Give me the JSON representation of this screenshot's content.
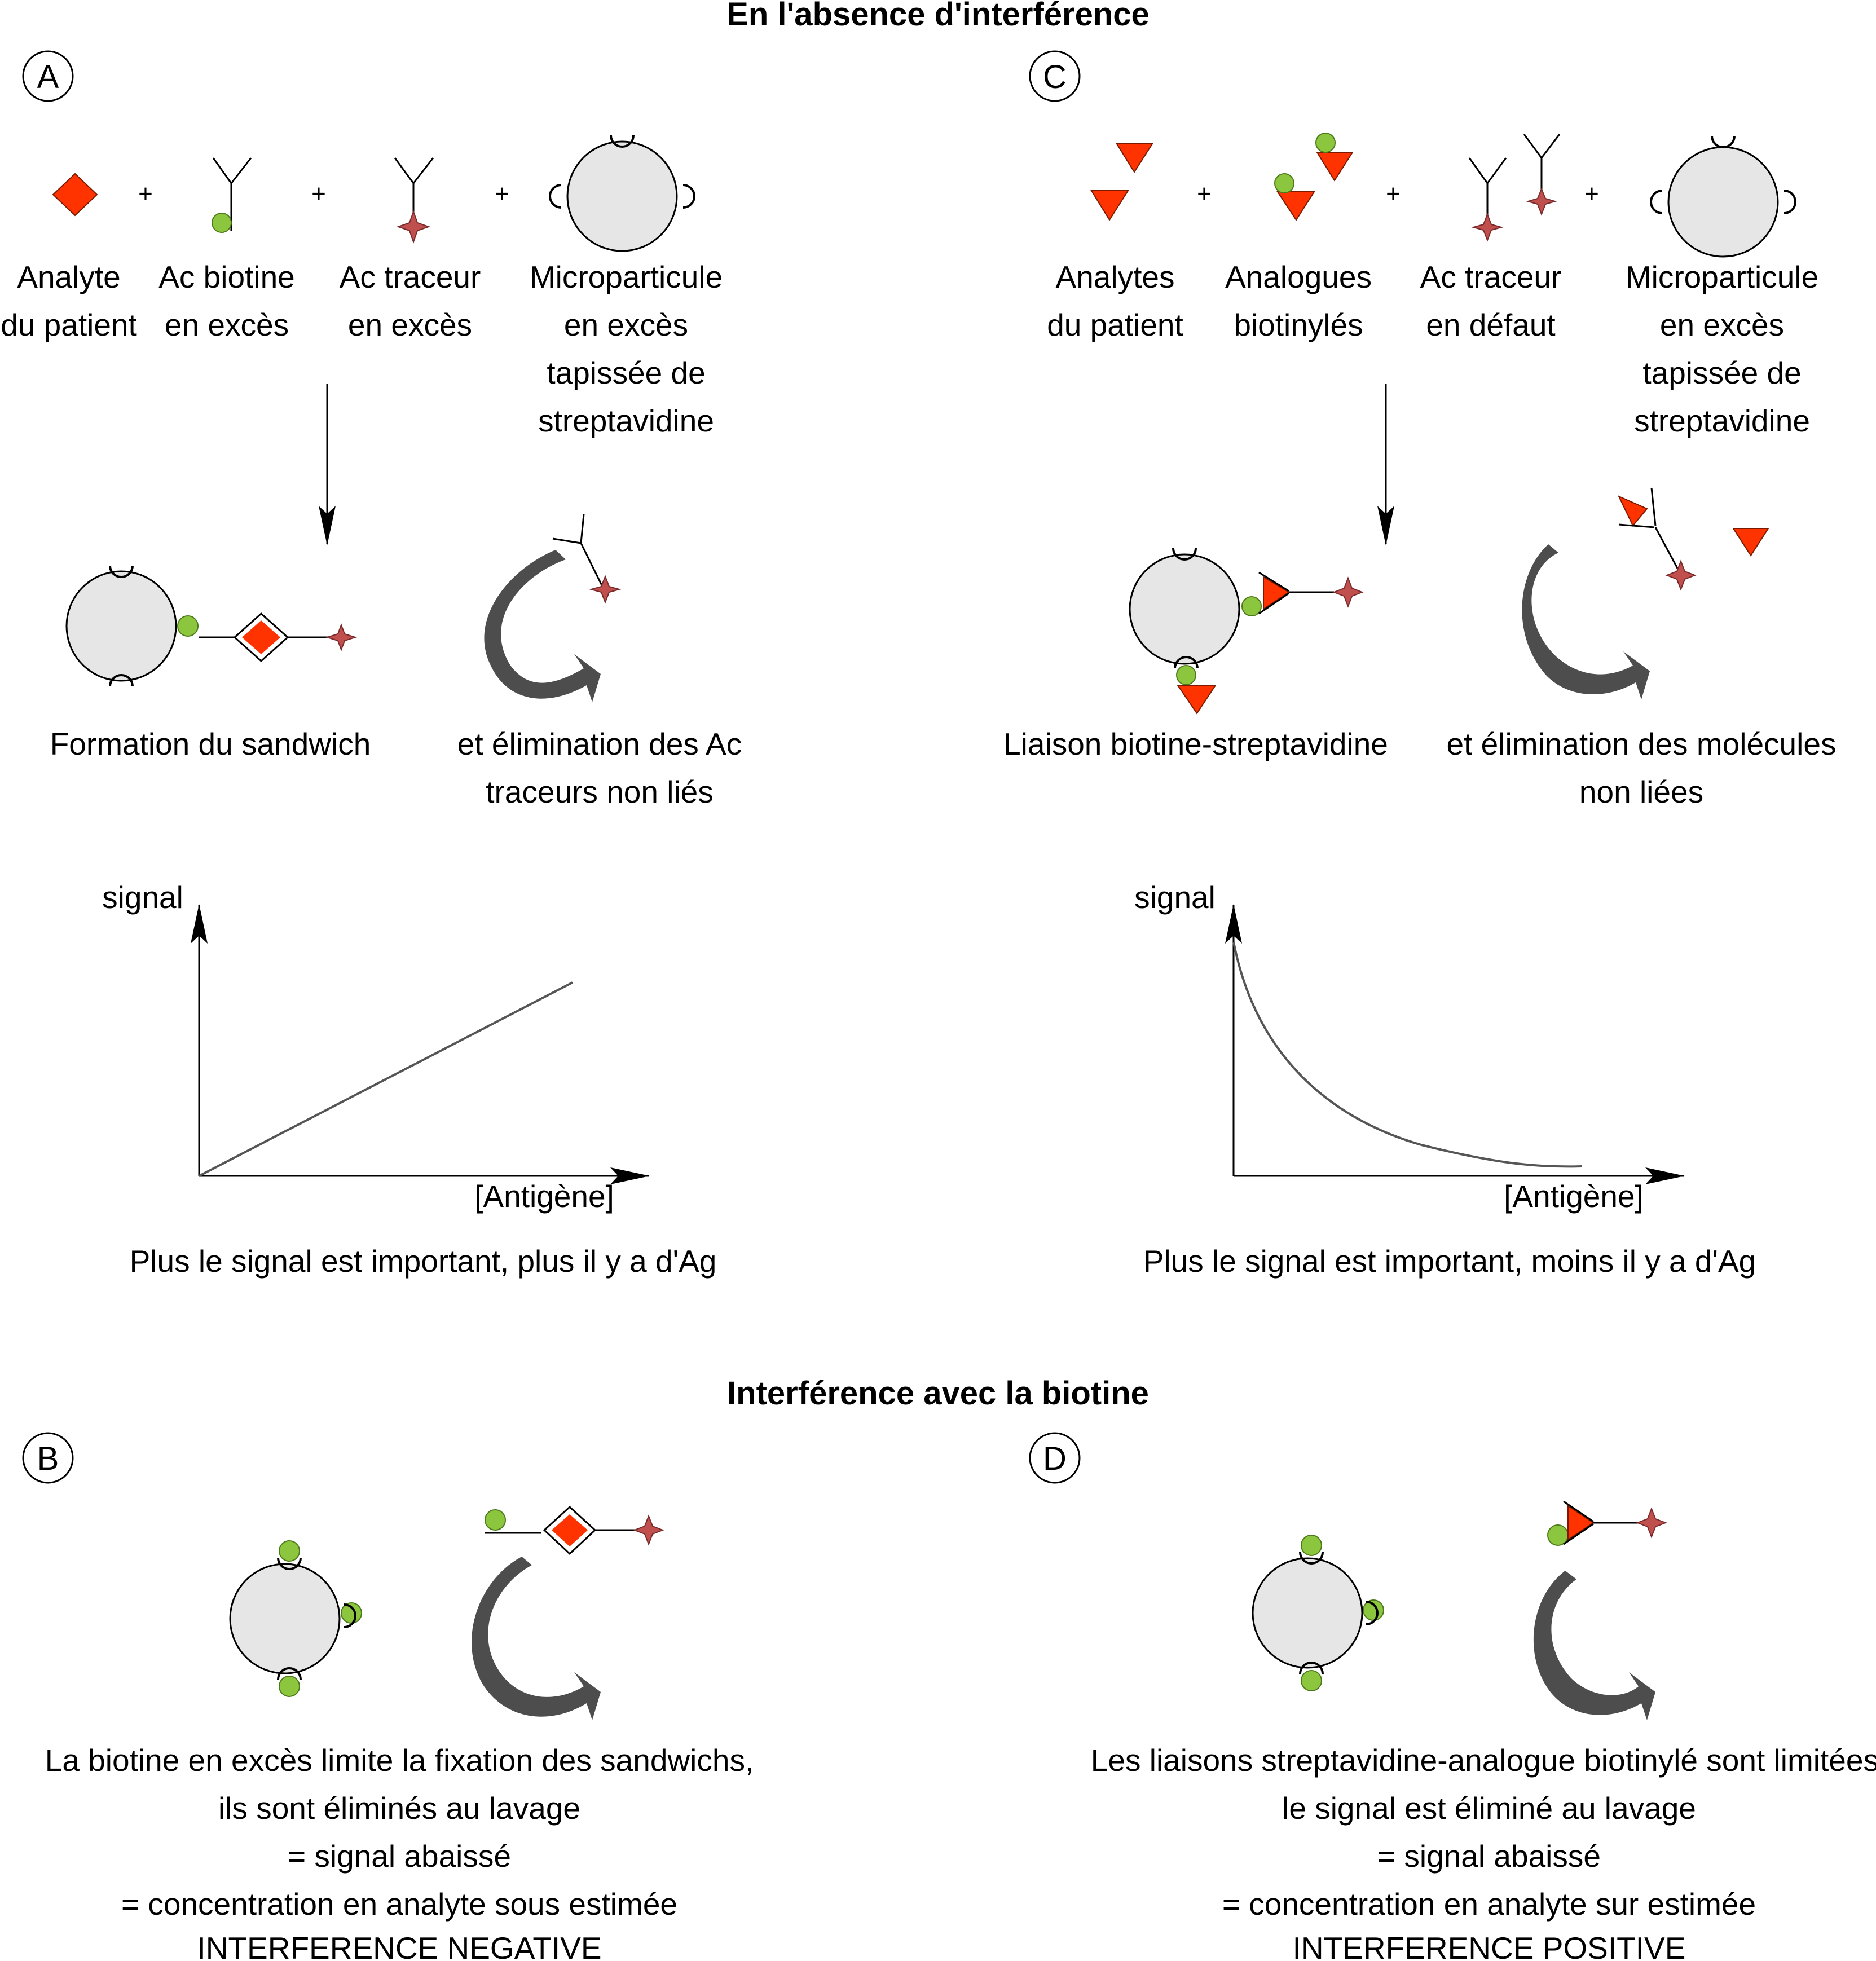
{
  "headings": {
    "top": "En l'absence d'interférence",
    "bottom": "Interférence avec la biotine"
  },
  "panel_letters": [
    "A",
    "C",
    "B",
    "D"
  ],
  "panel_a": {
    "components": [
      {
        "line1": "Analyte",
        "line2": "du patient"
      },
      {
        "line1": "Ac biotine",
        "line2": "en excès"
      },
      {
        "line1": "Ac traceur",
        "line2": "en excès"
      },
      {
        "line1": "Microparticule",
        "line2": "en excès",
        "line3": "tapissée de",
        "line4": "streptavidine"
      }
    ],
    "plus": "+",
    "step_left": "Formation du sandwich",
    "step_right_line1": "et élimination des Ac",
    "step_right_line2": "traceurs non liés",
    "graph": {
      "y_label": "signal",
      "x_label": "[Antigène]"
    },
    "caption": "Plus le signal est important, plus il y a d'Ag"
  },
  "panel_c": {
    "components": [
      {
        "line1": "Analytes",
        "line2": "du patient"
      },
      {
        "line1": "Analogues",
        "line2": "biotinylés"
      },
      {
        "line1": "Ac traceur",
        "line2": "en défaut"
      },
      {
        "line1": "Microparticule",
        "line2": "en excès",
        "line3": "tapissée de",
        "line4": "streptavidine"
      }
    ],
    "plus": "+",
    "step_left": "Liaison biotine-streptavidine",
    "step_right_line1": "et élimination des molécules",
    "step_right_line2": "non liées",
    "graph": {
      "y_label": "signal",
      "x_label": "[Antigène]"
    },
    "caption": "Plus le signal est important, moins il y a d'Ag"
  },
  "panel_b": {
    "lines": [
      "La biotine en excès limite la fixation des sandwichs,",
      "ils sont éliminés au lavage",
      "= signal abaissé",
      "= concentration en analyte sous estimée",
      "INTERFERENCE NEGATIVE"
    ]
  },
  "panel_d": {
    "lines": [
      "Les liaisons streptavidine-analogue biotinylé sont limitées,",
      "le signal est éliminé au lavage",
      "= signal abaissé",
      "= concentration en analyte sur estimée",
      "INTERFERENCE POSITIVE"
    ]
  },
  "colors": {
    "analyte_red": "#ff3300",
    "biotin_green": "#8cc63f",
    "tracer_star": "#c0504d",
    "particle_fill": "#e6e6e6",
    "curve_gray": "#555555",
    "curved_arrow": "#4d4d4d"
  }
}
